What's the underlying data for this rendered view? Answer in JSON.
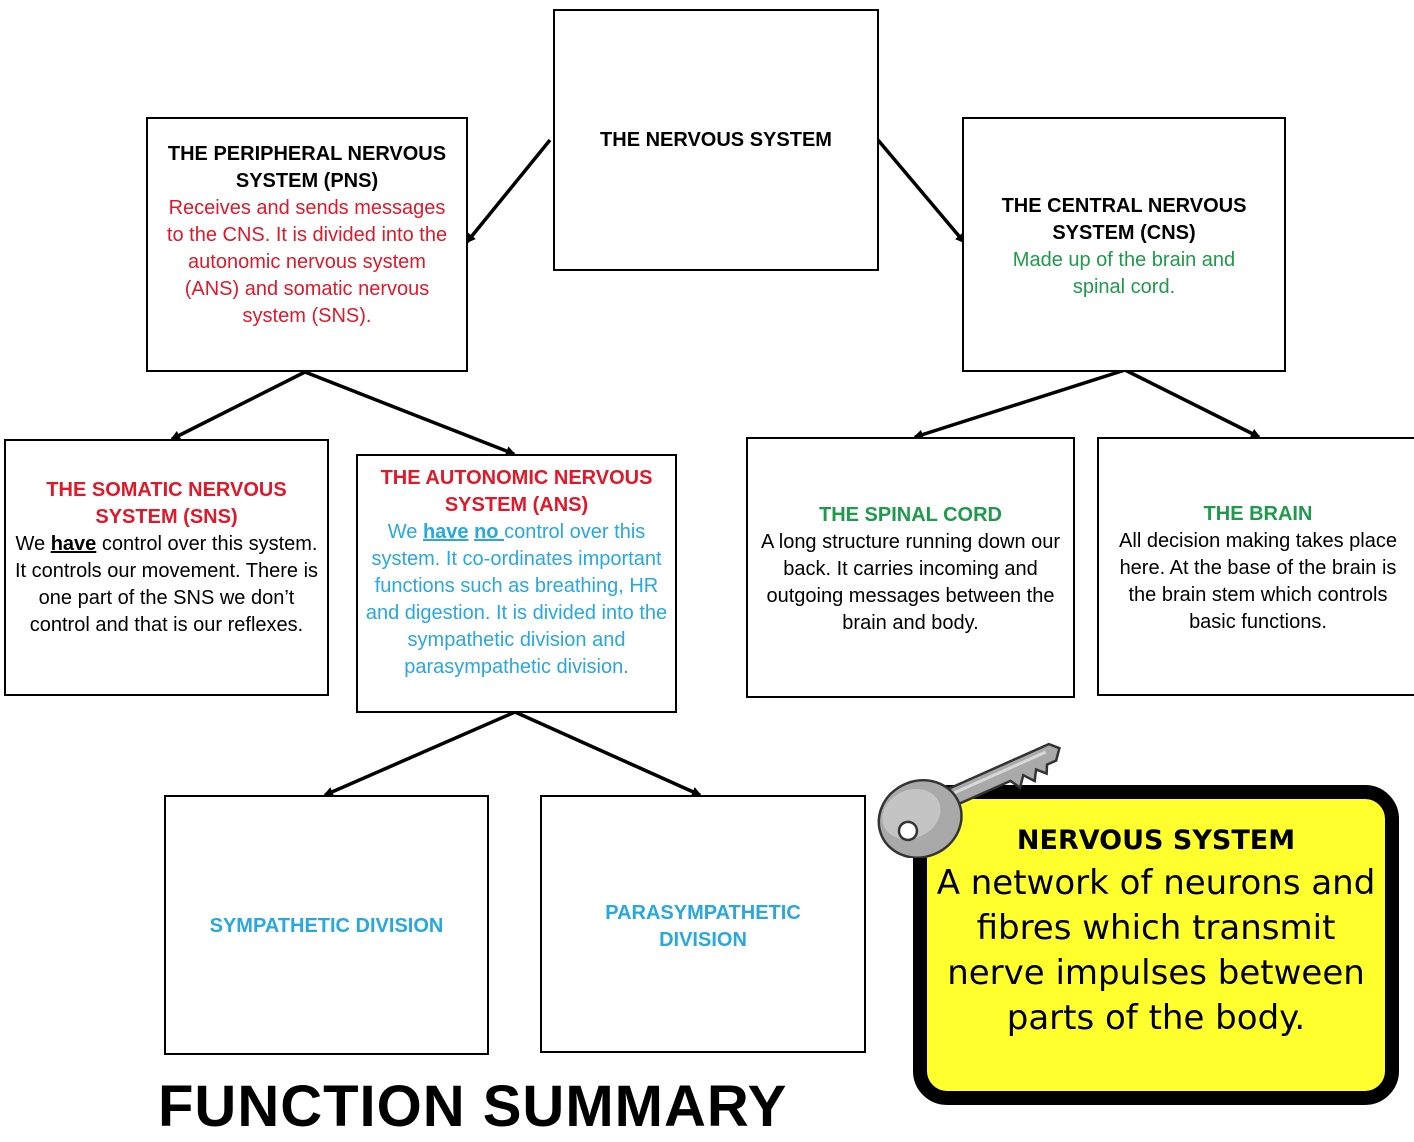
{
  "root": {
    "title": "THE NERVOUS SYSTEM"
  },
  "pns": {
    "title": "THE PERIPHERAL NERVOUS SYSTEM (PNS)",
    "body": "Receives and sends messages to the CNS. It is divided into the autonomic nervous system (ANS) and somatic nervous system (SNS)."
  },
  "cns": {
    "title": "THE CENTRAL NERVOUS SYSTEM (CNS)",
    "body": "Made up of the brain and spinal cord."
  },
  "sns": {
    "title": "THE SOMATIC NERVOUS SYSTEM (SNS)",
    "body_pre": "We ",
    "body_emph": "have",
    "body_post": " control over this system. It controls our movement. There is one part of the SNS we don’t control and that is our reflexes."
  },
  "ans": {
    "title": "THE AUTONOMIC NERVOUS SYSTEM (ANS)",
    "body_pre": "We ",
    "body_emph1": "have",
    "body_mid": " ",
    "body_emph2": "no ",
    "body_post": "control over this system. It co-ordinates important functions such as breathing, HR and digestion. It is divided into the sympathetic division and parasympathetic division."
  },
  "spinal": {
    "title": "THE SPINAL CORD",
    "body": "A long structure running down our back. It carries incoming and outgoing messages between the brain and body."
  },
  "brain": {
    "title": "THE BRAIN",
    "body": "All decision making takes place here. At the base of the brain is the brain stem which controls basic functions."
  },
  "sympathetic": {
    "title": "SYMPATHETIC DIVISION"
  },
  "parasympathetic": {
    "title": "PARASYMPATHETIC DIVISION"
  },
  "summary": {
    "title": "FUNCTION SUMMARY"
  },
  "keyterm": {
    "title": "NERVOUS SYSTEM",
    "body": "A network of neurons and fibres which transmit nerve impulses between parts of the body."
  },
  "colors": {
    "pns": "#e0192a",
    "cns": "#1e9a4a",
    "ans": "#28a8df",
    "keybox": "#ffff2e"
  },
  "icons": {
    "key": "key-icon"
  }
}
